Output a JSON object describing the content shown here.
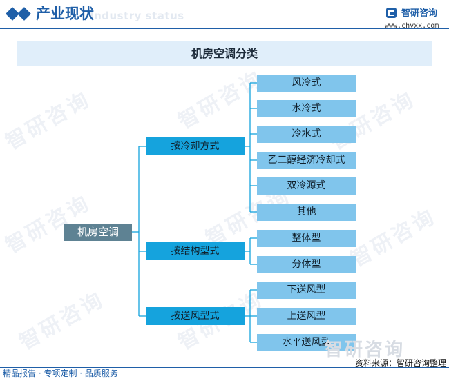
{
  "header": {
    "title": "产业现状",
    "ghost_text": "Industry status",
    "logo_name": "智研咨询",
    "logo_url": "www.chyxx.com",
    "accent_color": "#1f5fa8"
  },
  "diagram": {
    "title": "机房空调分类",
    "root": "机房空调",
    "branches": [
      {
        "label": "按冷却方式",
        "children": [
          "风冷式",
          "水冷式",
          "冷水式",
          "乙二醇经济冷却式",
          "双冷源式",
          "其他"
        ]
      },
      {
        "label": "按结构型式",
        "children": [
          "整体型",
          "分体型"
        ]
      },
      {
        "label": "按送风型式",
        "children": [
          "下送风型",
          "上送风型",
          "水平送风型"
        ]
      }
    ],
    "colors": {
      "root": "#5e8293",
      "branch": "#15a3dd",
      "leaf": "#80c5ec",
      "line": "#15a3dd"
    }
  },
  "watermark": "智研咨询",
  "footer": {
    "source": "资料来源：智研咨询整理",
    "services": "精品报告 · 专项定制 · 品质服务"
  }
}
